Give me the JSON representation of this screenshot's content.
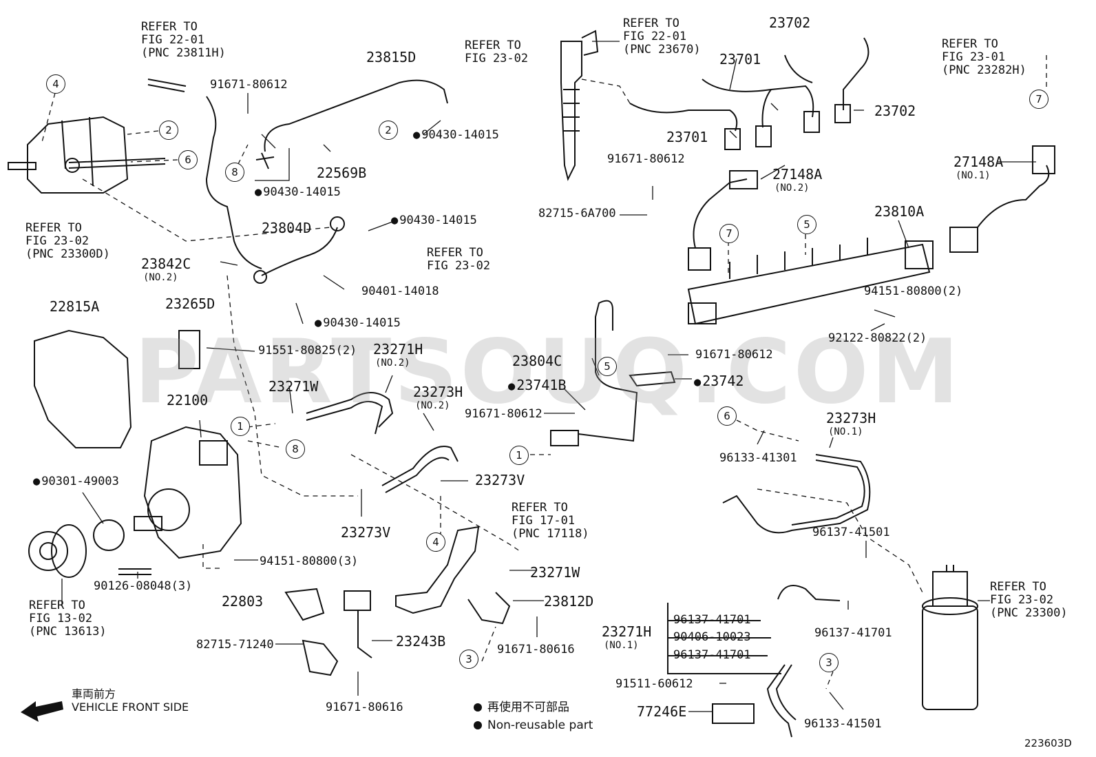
{
  "watermark": "PARTSOUQ.COM",
  "drawing_id": "223603D",
  "legend": {
    "non_reusable_jp": "再使用不可部品",
    "non_reusable_en": "Non-reusable part"
  },
  "front_note": {
    "jp": "車両前方",
    "en": "VEHICLE FRONT SIDE"
  },
  "callouts": [
    "4",
    "2",
    "6",
    "8",
    "2",
    "5",
    "7",
    "5",
    "1",
    "8",
    "1",
    "6",
    "4",
    "3",
    "3",
    "7"
  ],
  "refer_notes": [
    {
      "l1": "REFER TO",
      "l2": "FIG 22-01",
      "l3": "(PNC 23811H)"
    },
    {
      "l1": "REFER TO",
      "l2": "FIG 23-02",
      "l3": ""
    },
    {
      "l1": "REFER TO",
      "l2": "FIG 22-01",
      "l3": "(PNC 23670)"
    },
    {
      "l1": "REFER TO",
      "l2": "FIG 23-01",
      "l3": "(PNC 23282H)"
    },
    {
      "l1": "REFER TO",
      "l2": "FIG 23-02",
      "l3": "(PNC 23300D)"
    },
    {
      "l1": "REFER TO",
      "l2": "FIG 23-02",
      "l3": ""
    },
    {
      "l1": "REFER TO",
      "l2": "FIG 17-01",
      "l3": "(PNC 17118)"
    },
    {
      "l1": "REFER TO",
      "l2": "FIG 13-02",
      "l3": "(PNC 13613)"
    },
    {
      "l1": "REFER TO",
      "l2": "FIG 23-02",
      "l3": "(PNC 23300)"
    }
  ],
  "parts": [
    {
      "text": "23815D"
    },
    {
      "text": "91671-80612"
    },
    {
      "text": "90430-14015",
      "dot": true
    },
    {
      "text": "22569B"
    },
    {
      "text": "90430-14015",
      "dot": true
    },
    {
      "text": "90430-14015",
      "dot": true
    },
    {
      "text": "23804D"
    },
    {
      "text": "23842C"
    },
    {
      "text": "(NO.2)"
    },
    {
      "text": "90401-14018"
    },
    {
      "text": "90430-14015",
      "dot": true
    },
    {
      "text": "23702"
    },
    {
      "text": "23701"
    },
    {
      "text": "23702"
    },
    {
      "text": "23701"
    },
    {
      "text": "91671-80612"
    },
    {
      "text": "82715-6A700"
    },
    {
      "text": "27148A"
    },
    {
      "text": "(NO.2)"
    },
    {
      "text": "27148A"
    },
    {
      "text": "(NO.1)"
    },
    {
      "text": "23810A"
    },
    {
      "text": "94151-80800(2)"
    },
    {
      "text": "92122-80822(2)"
    },
    {
      "text": "22815A"
    },
    {
      "text": "23265D"
    },
    {
      "text": "91551-80825(2)"
    },
    {
      "text": "23271H"
    },
    {
      "text": "(NO.2)"
    },
    {
      "text": "23271W"
    },
    {
      "text": "23273H"
    },
    {
      "text": "(NO.2)"
    },
    {
      "text": "22100"
    },
    {
      "text": "23804C"
    },
    {
      "text": "23741B",
      "dot": true
    },
    {
      "text": "91671-80612"
    },
    {
      "text": "91671-80612"
    },
    {
      "text": "23742",
      "dot": true
    },
    {
      "text": "23273H"
    },
    {
      "text": "(NO.1)"
    },
    {
      "text": "96133-41301"
    },
    {
      "text": "90301-49003",
      "dot": true
    },
    {
      "text": "23273V"
    },
    {
      "text": "23273V"
    },
    {
      "text": "94151-80800(3)"
    },
    {
      "text": "90126-08048(3)"
    },
    {
      "text": "23271W"
    },
    {
      "text": "22803"
    },
    {
      "text": "23812D"
    },
    {
      "text": "23243B"
    },
    {
      "text": "82715-71240"
    },
    {
      "text": "91671-80616"
    },
    {
      "text": "91671-80616"
    },
    {
      "text": "96137-41501"
    },
    {
      "text": "96137-41701"
    },
    {
      "text": "23271H"
    },
    {
      "text": "(NO.1)"
    },
    {
      "text": "96137-41701"
    },
    {
      "text": "90406-10023"
    },
    {
      "text": "96137-41701"
    },
    {
      "text": "91511-60612"
    },
    {
      "text": "77246E"
    },
    {
      "text": "96133-41501"
    }
  ]
}
